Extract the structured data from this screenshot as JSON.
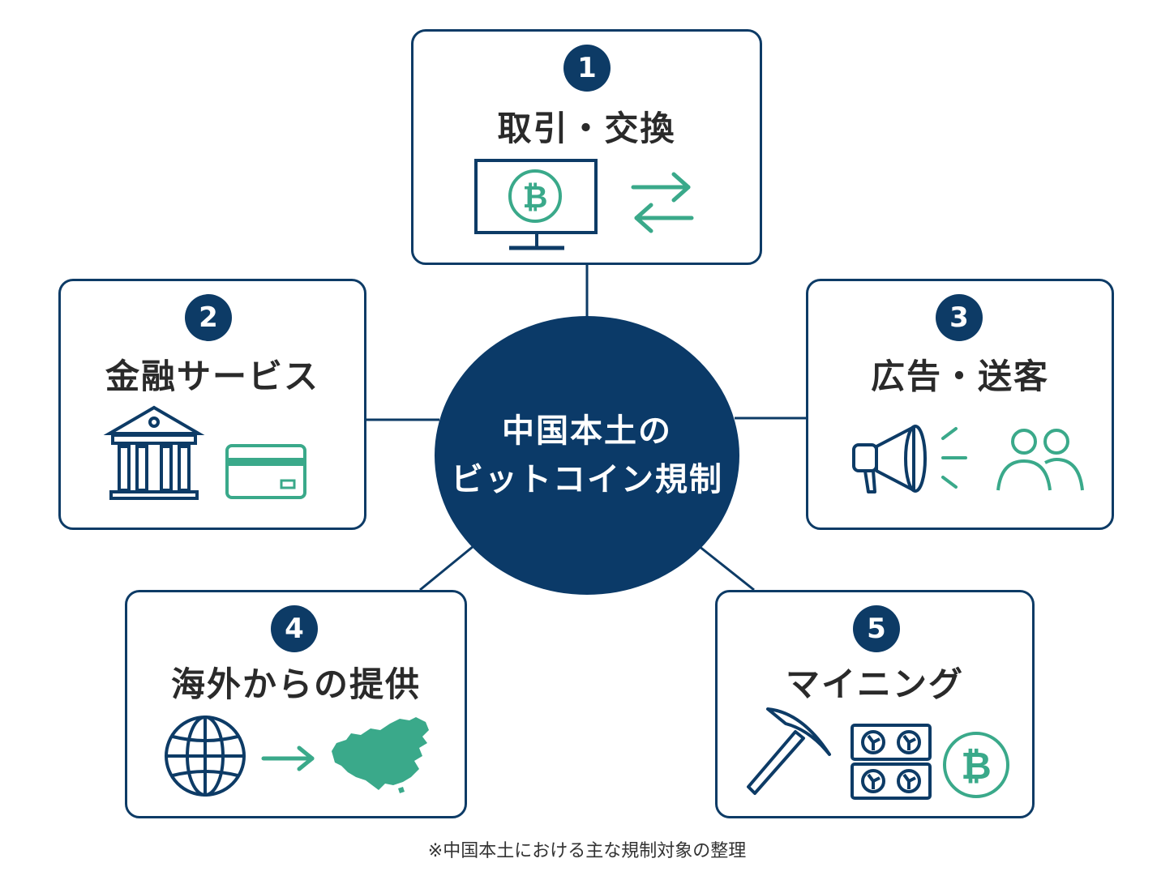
{
  "hub": {
    "line1": "中国本土の",
    "line2": "ビットコイン規制"
  },
  "categories": [
    {
      "number": "1",
      "title": "取引・交換",
      "icons": [
        "computer-monitor-bitcoin-icon",
        "exchange-arrows-icon"
      ]
    },
    {
      "number": "2",
      "title": "金融サービス",
      "icons": [
        "bank-building-icon",
        "credit-card-icon"
      ]
    },
    {
      "number": "3",
      "title": "広告・送客",
      "icons": [
        "megaphone-icon",
        "people-icon"
      ]
    },
    {
      "number": "4",
      "title": "海外からの提供",
      "icons": [
        "globe-icon",
        "arrow-right-icon",
        "china-map-icon"
      ]
    },
    {
      "number": "5",
      "title": "マイニング",
      "icons": [
        "pickaxe-icon",
        "mining-rig-icon",
        "bitcoin-coin-icon"
      ]
    }
  ],
  "footnote": "※中国本土における主な規制対象の整理",
  "colors": {
    "navy": "#0d3b66",
    "teal": "#3aa98a",
    "text": "#2a2a2a"
  }
}
